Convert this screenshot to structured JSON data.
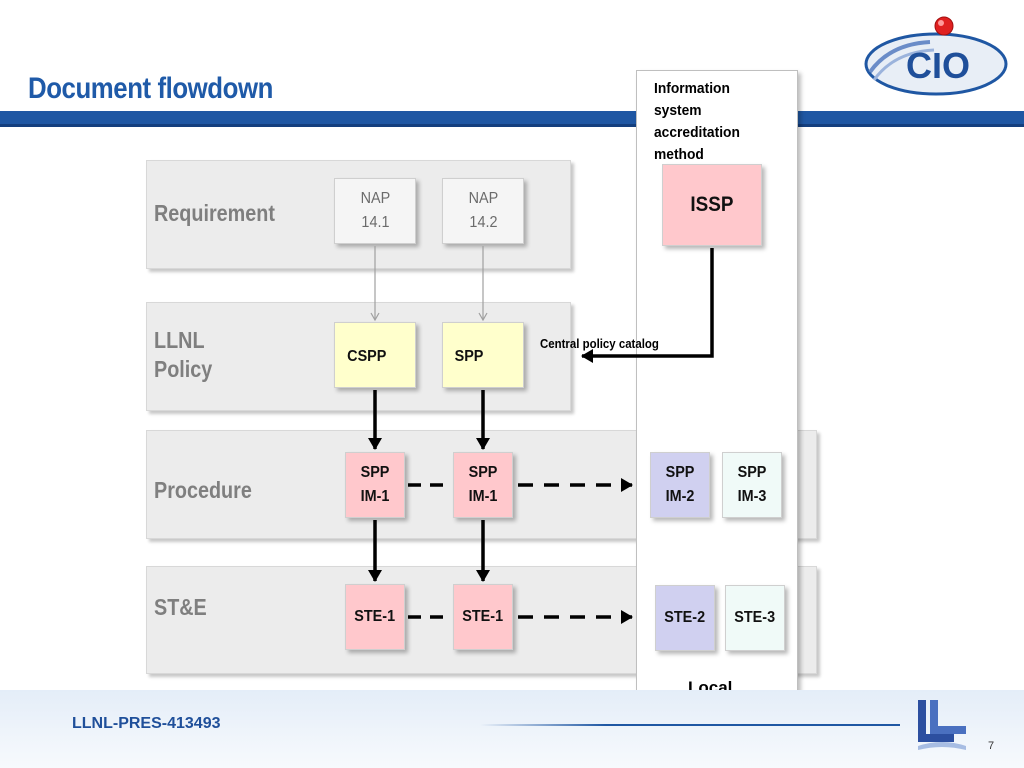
{
  "slide": {
    "title": "Document flowdown",
    "footer_id": "LLNL-PRES-413493",
    "page_number": "7",
    "logo_text": "CIO"
  },
  "bands": {
    "requirement": "Requirement",
    "policy": "LLNL\nPolicy",
    "procedure": "Procedure",
    "ste": "ST&E"
  },
  "boxes": {
    "nap1": "NAP\n14.1",
    "nap2": "NAP\n14.2",
    "cspp": "CSPP",
    "spp": "SPP",
    "spp_im1_a": "SPP\nIM-1",
    "spp_im1_b": "SPP\nIM-1",
    "spp_im2": "SPP\nIM-2",
    "spp_im3": "SPP\nIM-3",
    "ste1_a": "STE-1",
    "ste1_b": "STE-1",
    "ste2": "STE-2",
    "ste3": "STE-3",
    "issp": "ISSP"
  },
  "iam_panel": {
    "title": "Information\nsystem\n accreditation\nmethod",
    "local": "Local"
  },
  "central_policy_catalog": "Central policy catalog",
  "colors": {
    "title_blue": "#1f5aa8",
    "bar_blue": "#1f57a3",
    "pink": "#ffc8cc",
    "yellow": "#ffffcc",
    "lavender": "#d0d0f0",
    "mint": "#f0faf8"
  }
}
